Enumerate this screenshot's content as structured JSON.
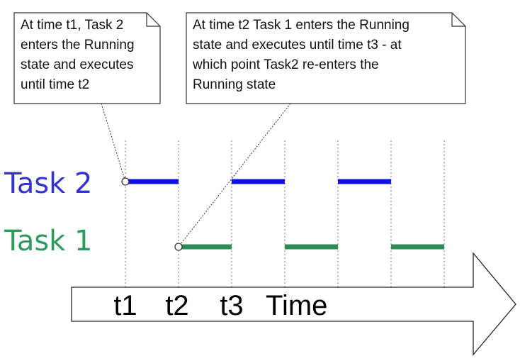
{
  "callouts": [
    {
      "lines": [
        "At time t1, Task 2",
        "enters the Running",
        "state and executes",
        "until time t2"
      ]
    },
    {
      "lines": [
        "At time t2 Task 1 enters the Running",
        "state and executes until time t3 - at",
        "which point Task2 re-enters the",
        "Running state"
      ]
    }
  ],
  "tasks": [
    {
      "label": "Task 2",
      "color": "#3333cc"
    },
    {
      "label": "Task 1",
      "color": "#2e9a5e"
    }
  ],
  "timeline": {
    "ticks": [
      "t1",
      "t2",
      "t3"
    ],
    "axis_label": "Time"
  },
  "schedule": {
    "slots": 6,
    "task2_running_slots": [
      0,
      2,
      4
    ],
    "task1_running_slots": [
      1,
      3,
      5
    ]
  }
}
